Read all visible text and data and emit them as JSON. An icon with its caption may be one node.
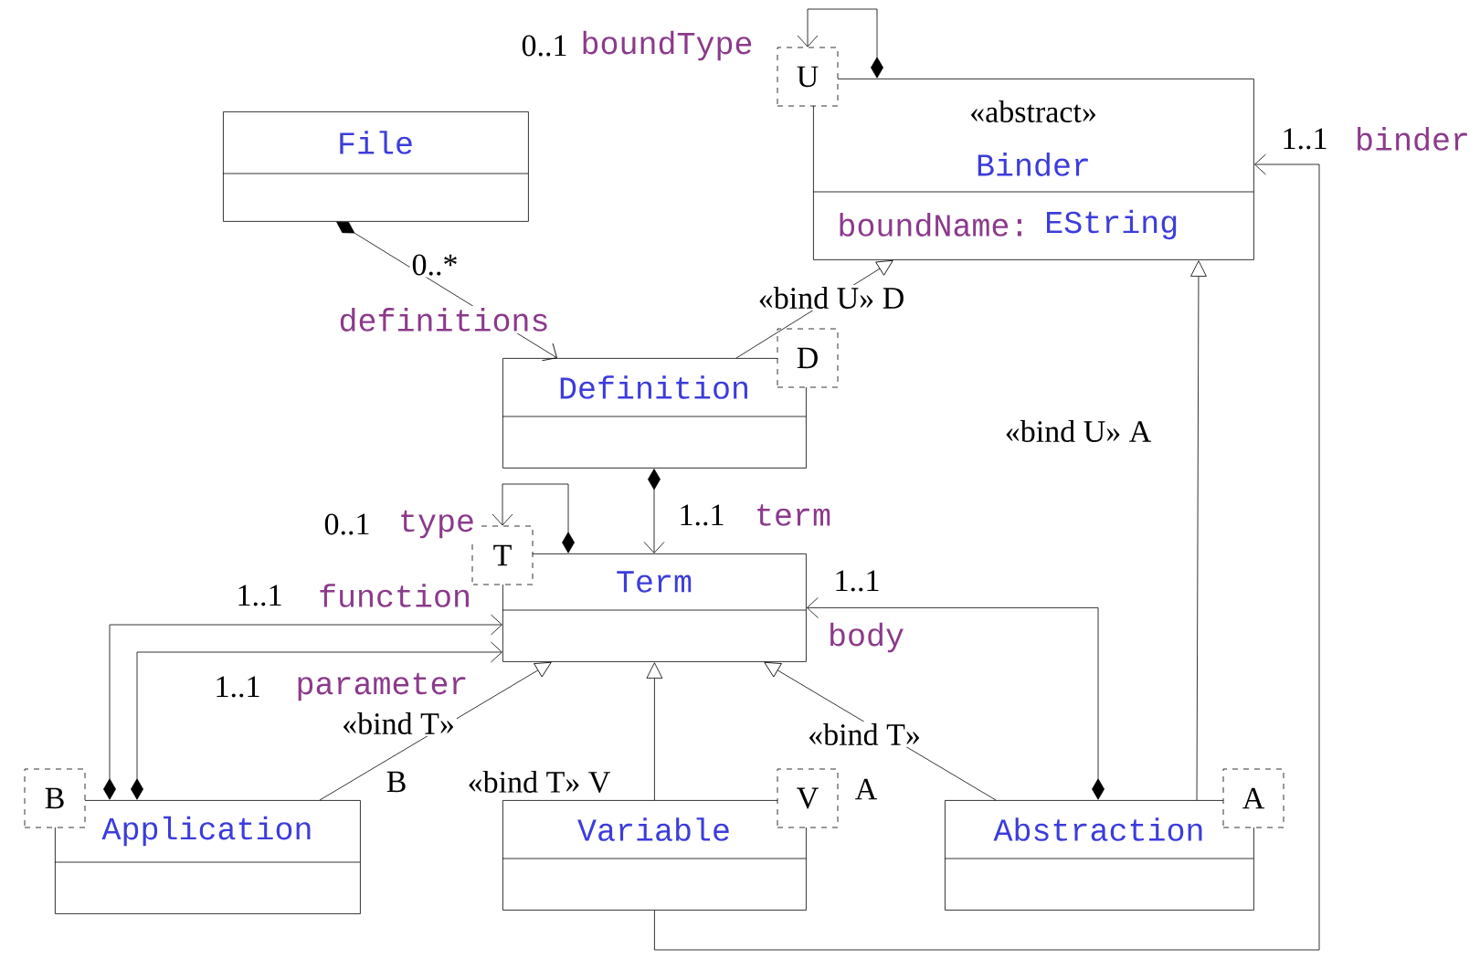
{
  "diagram": {
    "nodes": [
      {
        "text": [
          "File"
        ]
      },
      {
        "text": [
          "«abstract»",
          "Binder",
          "boundName:",
          "EString"
        ]
      },
      {
        "text": [
          "Definition"
        ]
      },
      {
        "text": [
          "Term"
        ]
      },
      {
        "text": [
          "Application"
        ]
      },
      {
        "text": [
          "Variable"
        ]
      },
      {
        "text": [
          "Abstraction"
        ]
      },
      {
        "text": [
          "U"
        ]
      },
      {
        "text": [
          "D"
        ]
      },
      {
        "text": [
          "T"
        ]
      },
      {
        "text": [
          "B"
        ]
      },
      {
        "text": [
          "V"
        ]
      },
      {
        "text": [
          "A"
        ]
      }
    ],
    "edges": [
      {
        "from": 1,
        "to": 7,
        "arrow": "to",
        "label": "boundType"
      },
      {
        "from": 0,
        "to": 2,
        "arrow": "to",
        "label": "definitions"
      },
      {
        "from": 2,
        "to": 1,
        "arrow": "to",
        "label": "«bind U» D"
      },
      {
        "from": 2,
        "to": 3,
        "arrow": "to",
        "label": "term"
      },
      {
        "from": 3,
        "to": 9,
        "arrow": "to",
        "label": "type"
      },
      {
        "from": 4,
        "to": 3,
        "arrow": "to",
        "label": "function"
      },
      {
        "from": 4,
        "to": 3,
        "arrow": "to",
        "label": "parameter"
      },
      {
        "from": 4,
        "to": 3,
        "arrow": "to",
        "label": "«bind T»"
      },
      {
        "from": 5,
        "to": 3,
        "arrow": "to",
        "label": "«bind T» V"
      },
      {
        "from": 6,
        "to": 3,
        "arrow": "to",
        "label": "«bind T»"
      },
      {
        "from": 6,
        "to": 3,
        "arrow": "to",
        "label": "body"
      },
      {
        "from": 6,
        "to": 1,
        "arrow": "to",
        "label": "«bind U» A"
      },
      {
        "from": 5,
        "to": 1,
        "arrow": "to",
        "label": "binder"
      }
    ],
    "labels": [
      "0..1",
      "0..*",
      "1..1",
      "1..1",
      "0..1",
      "1..1",
      "1..1",
      "1..1",
      "B",
      "A"
    ]
  }
}
